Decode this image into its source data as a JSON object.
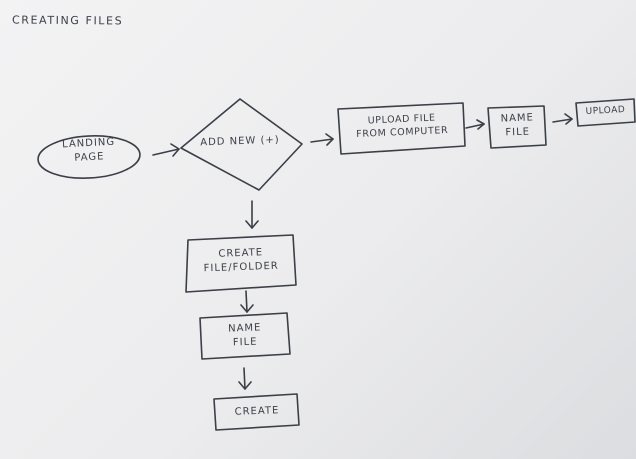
{
  "title": "CREATING FILES",
  "nodes": {
    "landing_page": {
      "line1": "LANDING",
      "line2": "PAGE"
    },
    "add_new": {
      "label": "ADD NEW (+)"
    },
    "upload_file": {
      "line1": "UPLOAD FILE",
      "line2": "FROM COMPUTER"
    },
    "name_file_top": {
      "line1": "NAME",
      "line2": "FILE"
    },
    "upload": {
      "label": "UPLOAD"
    },
    "create_file_folder": {
      "line1": "CREATE",
      "line2": "FILE/FOLDER"
    },
    "name_file_bottom": {
      "line1": "NAME",
      "line2": "FILE"
    },
    "create": {
      "label": "CREATE"
    }
  },
  "colors": {
    "ink": "#3b3f47",
    "paper": "#f1f1f3"
  }
}
